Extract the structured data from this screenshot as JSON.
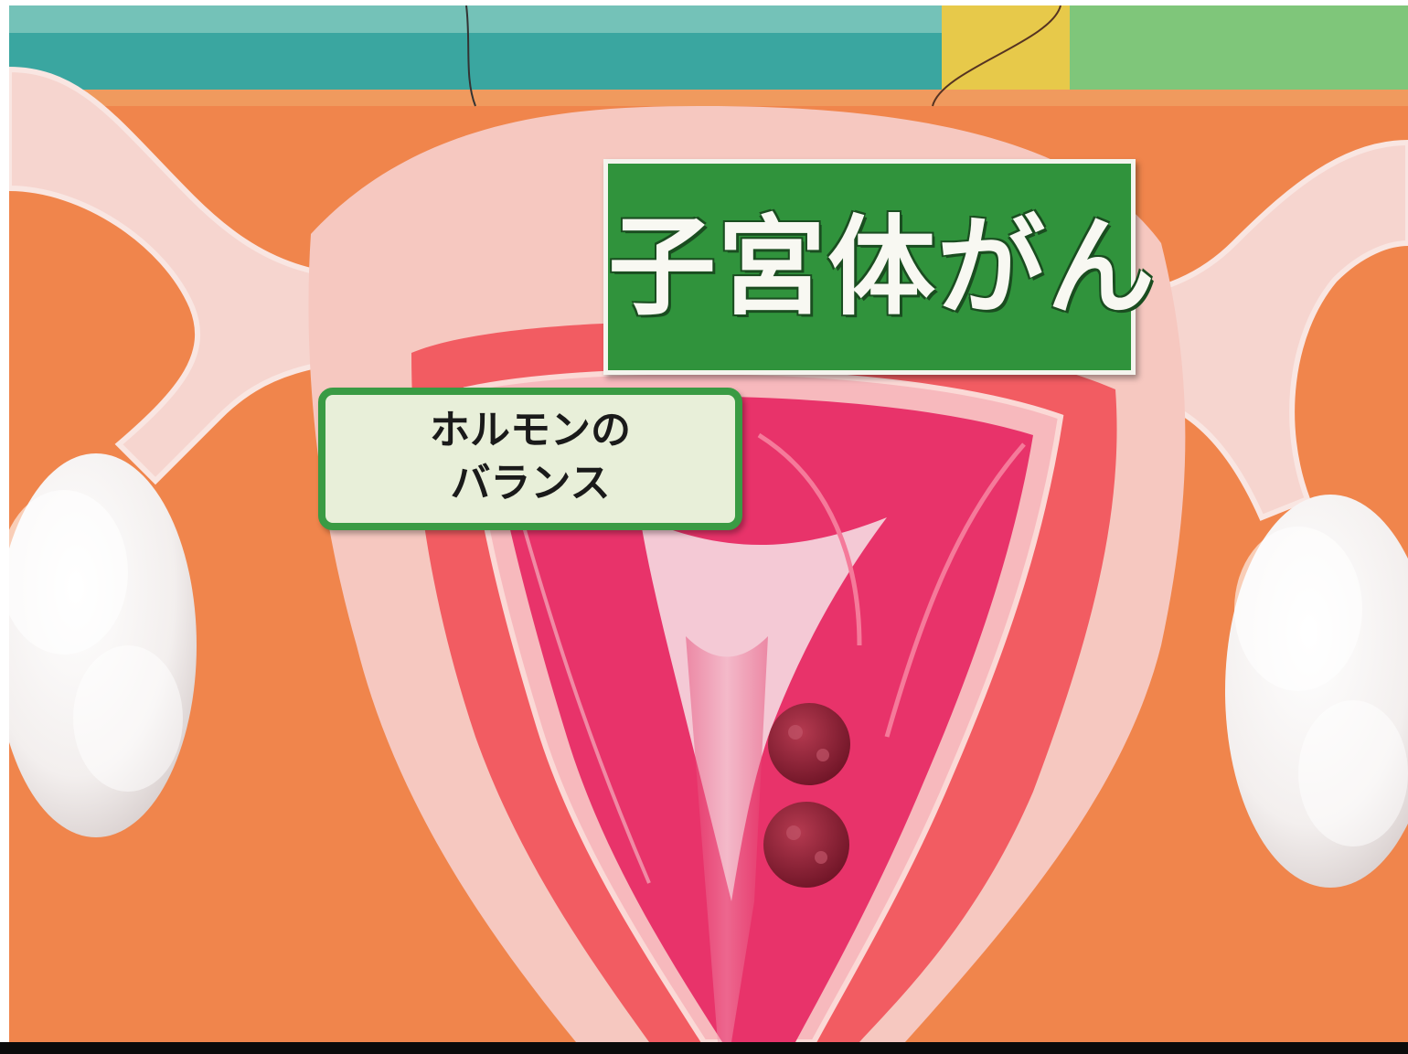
{
  "captions": {
    "main": "子宮体がん",
    "sub_line1": "ホルモンの",
    "sub_line2": "バランス"
  },
  "colors": {
    "backdrop_orange": "#f0854c",
    "caption_green": "#30933c",
    "sub_caption_fill": "#e8efd9",
    "uterus_wall": "#f6c8c0",
    "endometrium_pink": "#e8336a",
    "tumor_red": "#8c1e34"
  },
  "icons": {
    "uterus_model": "uterus-model-illustration",
    "ovary": "ovary-illustration",
    "tumor": "tumor-nodule-illustration"
  }
}
